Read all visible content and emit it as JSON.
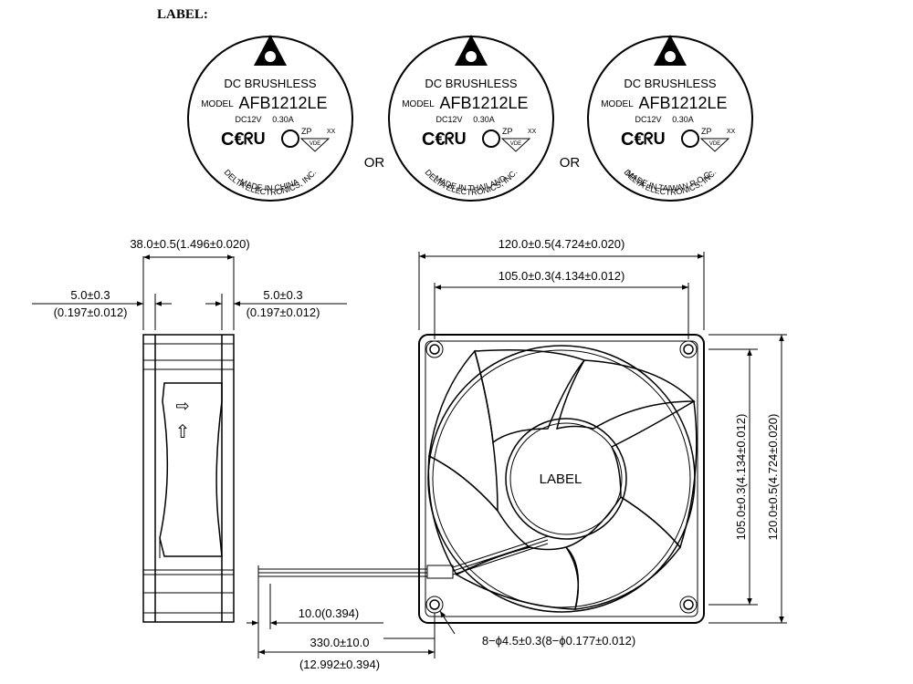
{
  "header": {
    "title": "LABEL:"
  },
  "labels": [
    {
      "heading": "DC BRUSHLESS",
      "model_prefix": "MODEL",
      "model": "AFB1212LE",
      "voltage": "DC12V",
      "current": "0.30A",
      "zp": "ZP",
      "xx": "XX",
      "vde": "VDE",
      "arc_top": "DELTA ELECTRONICS, INC.",
      "arc_bottom": "MADE IN CHINA"
    },
    {
      "heading": "DC BRUSHLESS",
      "model_prefix": "MODEL",
      "model": "AFB1212LE",
      "voltage": "DC12V",
      "current": "0.30A",
      "zp": "ZP",
      "xx": "XX",
      "vde": "VDE",
      "arc_top": "DELTA ELECTRONICS, INC.",
      "arc_bottom": "MADE IN THAILAND"
    },
    {
      "heading": "DC BRUSHLESS",
      "model_prefix": "MODEL",
      "model": "AFB1212LE",
      "voltage": "DC12V",
      "current": "0.30A",
      "zp": "ZP",
      "xx": "XX",
      "vde": "VDE",
      "arc_top": "DELTA ELECTRONICS, INC.",
      "arc_bottom": "MADE IN TAIWAN R.O.C."
    }
  ],
  "or_text": "OR",
  "side_view": {
    "depth": "38.0±0.5(1.496±0.020)",
    "flange_left": "5.0±0.3",
    "flange_left_inch": "(0.197±0.012)",
    "flange_right": "5.0±0.3",
    "flange_right_inch": "(0.197±0.012)",
    "flow_arrow": "⇨",
    "rotation_arrow": "⇧"
  },
  "front_view": {
    "width_outer": "120.0±0.5(4.724±0.020)",
    "hole_spacing_h": "105.0±0.3(4.134±0.012)",
    "hole_spacing_v": "105.0±0.3(4.134±0.012)",
    "height_outer": "120.0±0.5(4.724±0.020)",
    "hub_label": "LABEL",
    "holes": "8−ϕ4.5±0.3(8−ϕ0.177±0.012)"
  },
  "lead": {
    "strip": "10.0(0.394)",
    "length": "330.0±10.0",
    "length_inch": "(12.992±0.394)"
  }
}
